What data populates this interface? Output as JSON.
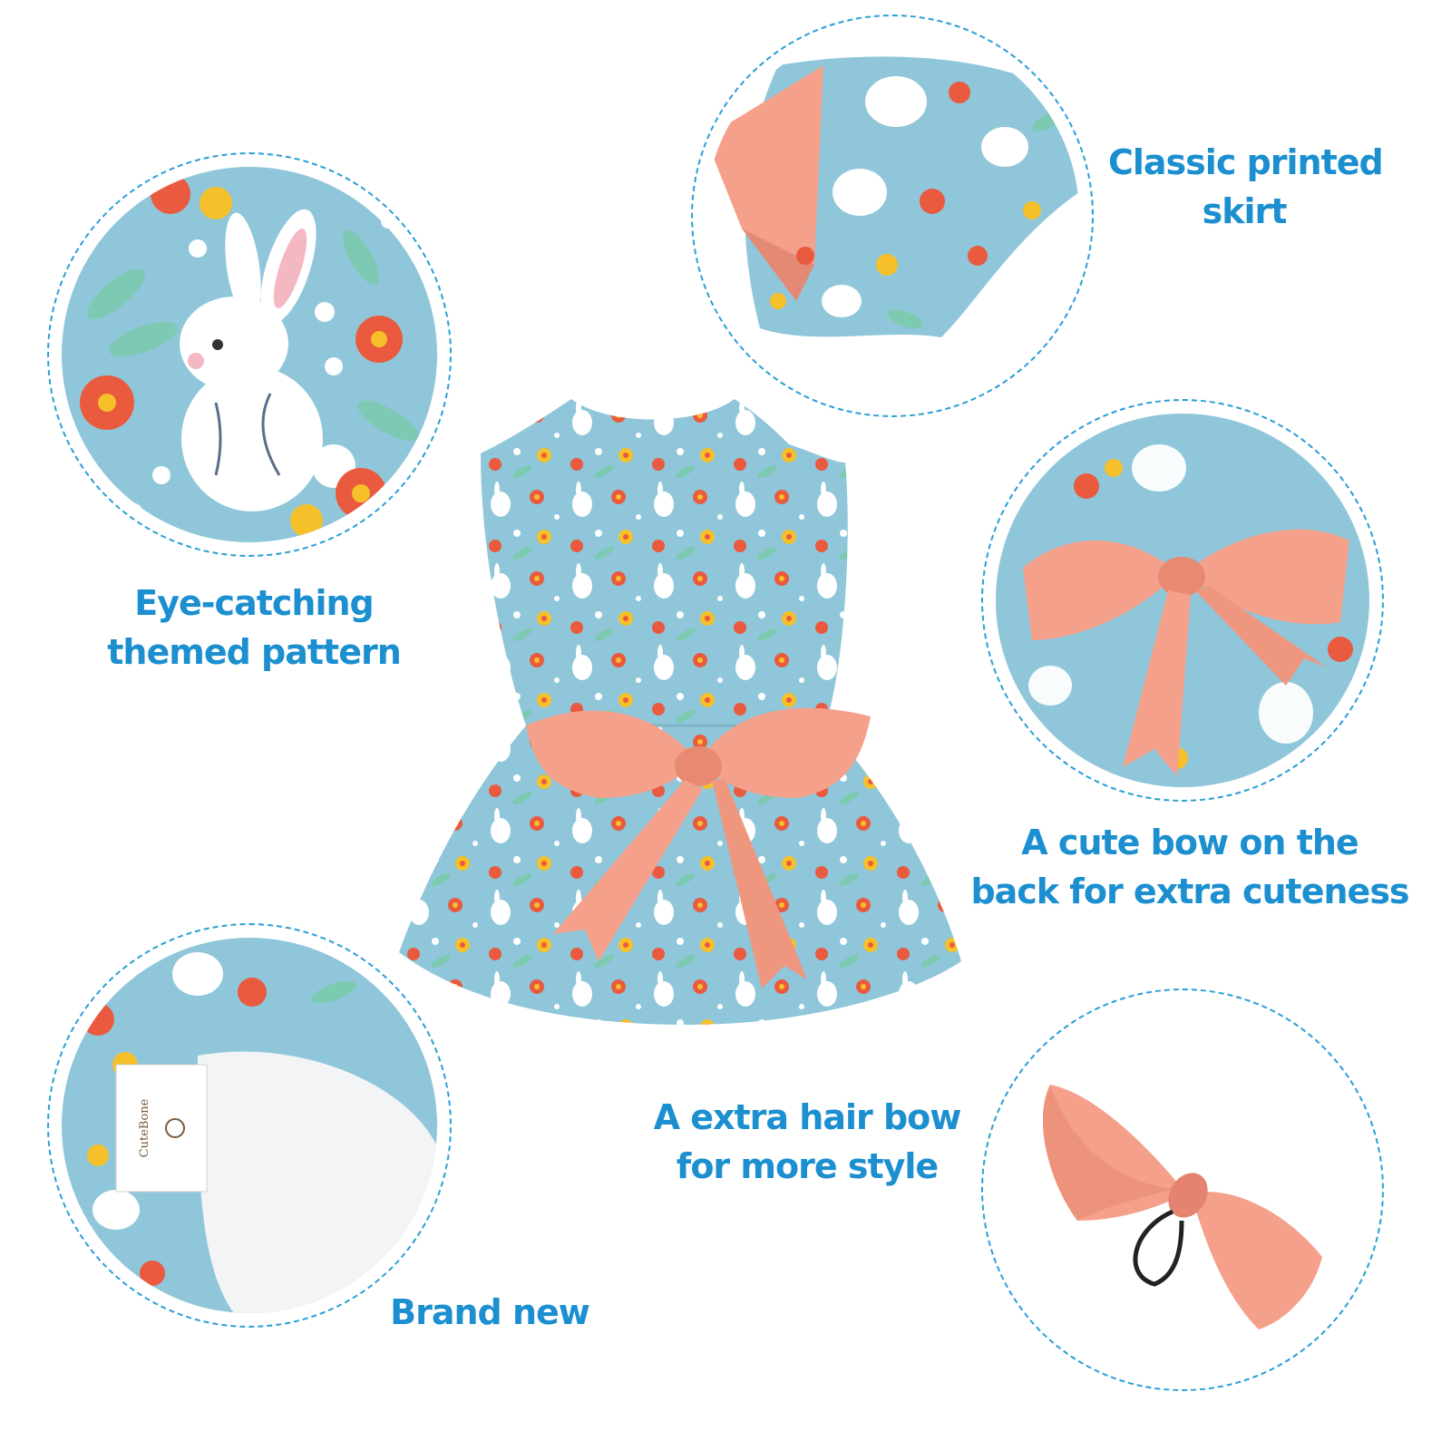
{
  "captions": {
    "pattern": [
      "Eye-catching",
      "themed pattern"
    ],
    "skirt": [
      "Classic printed",
      "skirt"
    ],
    "bow_back": [
      "A cute bow on the",
      "back for extra cuteness"
    ],
    "hair_bow": [
      "A extra hair bow",
      "for more style"
    ],
    "brand": [
      "Brand new"
    ]
  },
  "brand_tag": "CuteBone",
  "colors": {
    "accent_text": "#1b8fcf",
    "ring": "#2a9fd6",
    "fabric": "#8fc6d9",
    "ribbon": "#f4a08a",
    "flower_red": "#ea5a3e",
    "flower_yellow": "#f5c02a",
    "leaf": "#7ccab0"
  }
}
